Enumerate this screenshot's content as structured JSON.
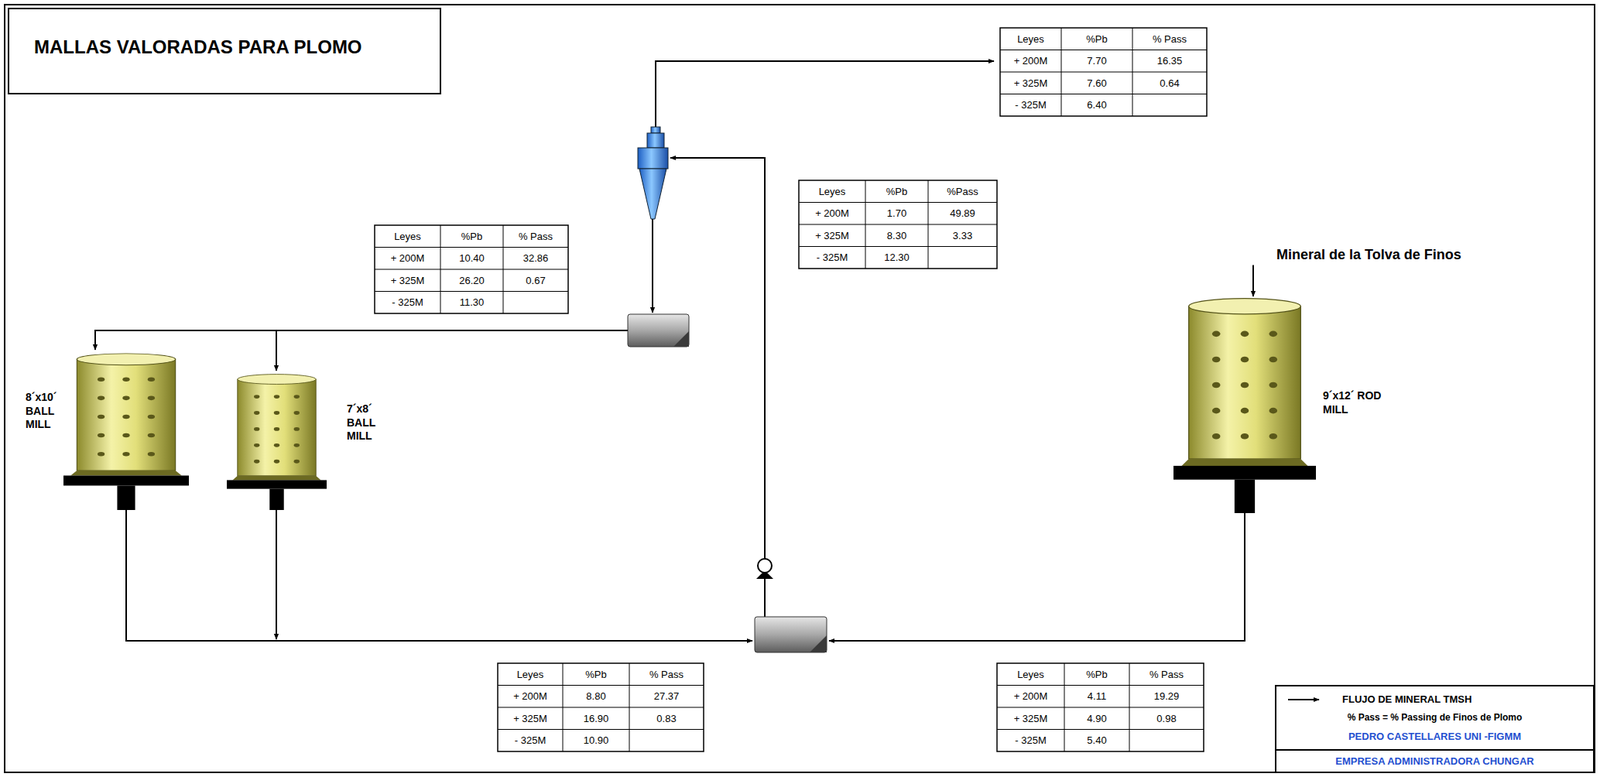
{
  "diagram": {
    "title": "MALLAS VALORADAS PARA PLOMO",
    "nodes": [
      {
        "text": [
          "Mineral de la Tolva de Finos"
        ]
      },
      {
        "text": [
          "9´x12´ ROD MILL"
        ]
      },
      {
        "text": [
          "8´x10´ BALL MILL"
        ]
      },
      {
        "text": [
          "7´x8´ BALL MILL"
        ]
      }
    ],
    "edges": [
      {
        "from": 0,
        "to": 1,
        "arrow": "to"
      }
    ],
    "labels": [
      "Leyes",
      "%Pb",
      "% Pass",
      "+ 200M",
      "7.70",
      "16.35",
      "+ 325M",
      "7.60",
      "0.64",
      "- 325M",
      "6.40",
      "Leyes",
      "%Pb",
      "%Pass",
      "+ 200M",
      "1.70",
      "49.89",
      "+ 325M",
      "8.30",
      "3.33",
      "- 325M",
      "12.30",
      "Leyes",
      "%Pb",
      "% Pass",
      "+ 200M",
      "10.40",
      "32.86",
      "+ 325M",
      "26.20",
      "0.67",
      "- 325M",
      "11.30",
      "Leyes",
      "%Pb",
      "% Pass",
      "+ 200M",
      "8.80",
      "27.37",
      "+ 325M",
      "16.90",
      "0.83",
      "- 325M",
      "10.90",
      "Leyes",
      "%Pb",
      "% Pass",
      "+ 200M",
      "4.11",
      "19.29",
      "+ 325M",
      "4.90",
      "0.98",
      "- 325M",
      "5.40",
      "% Pass = % Passing de Finos de Plomo",
      "PEDRO CASTELLARES UNI -FIGMM",
      "EMPRESA ADMINISTRADORA CHUNGAR"
    ],
    "legend": [
      {
        "text": "FLUJO DE MINERAL TMSH"
      }
    ]
  }
}
